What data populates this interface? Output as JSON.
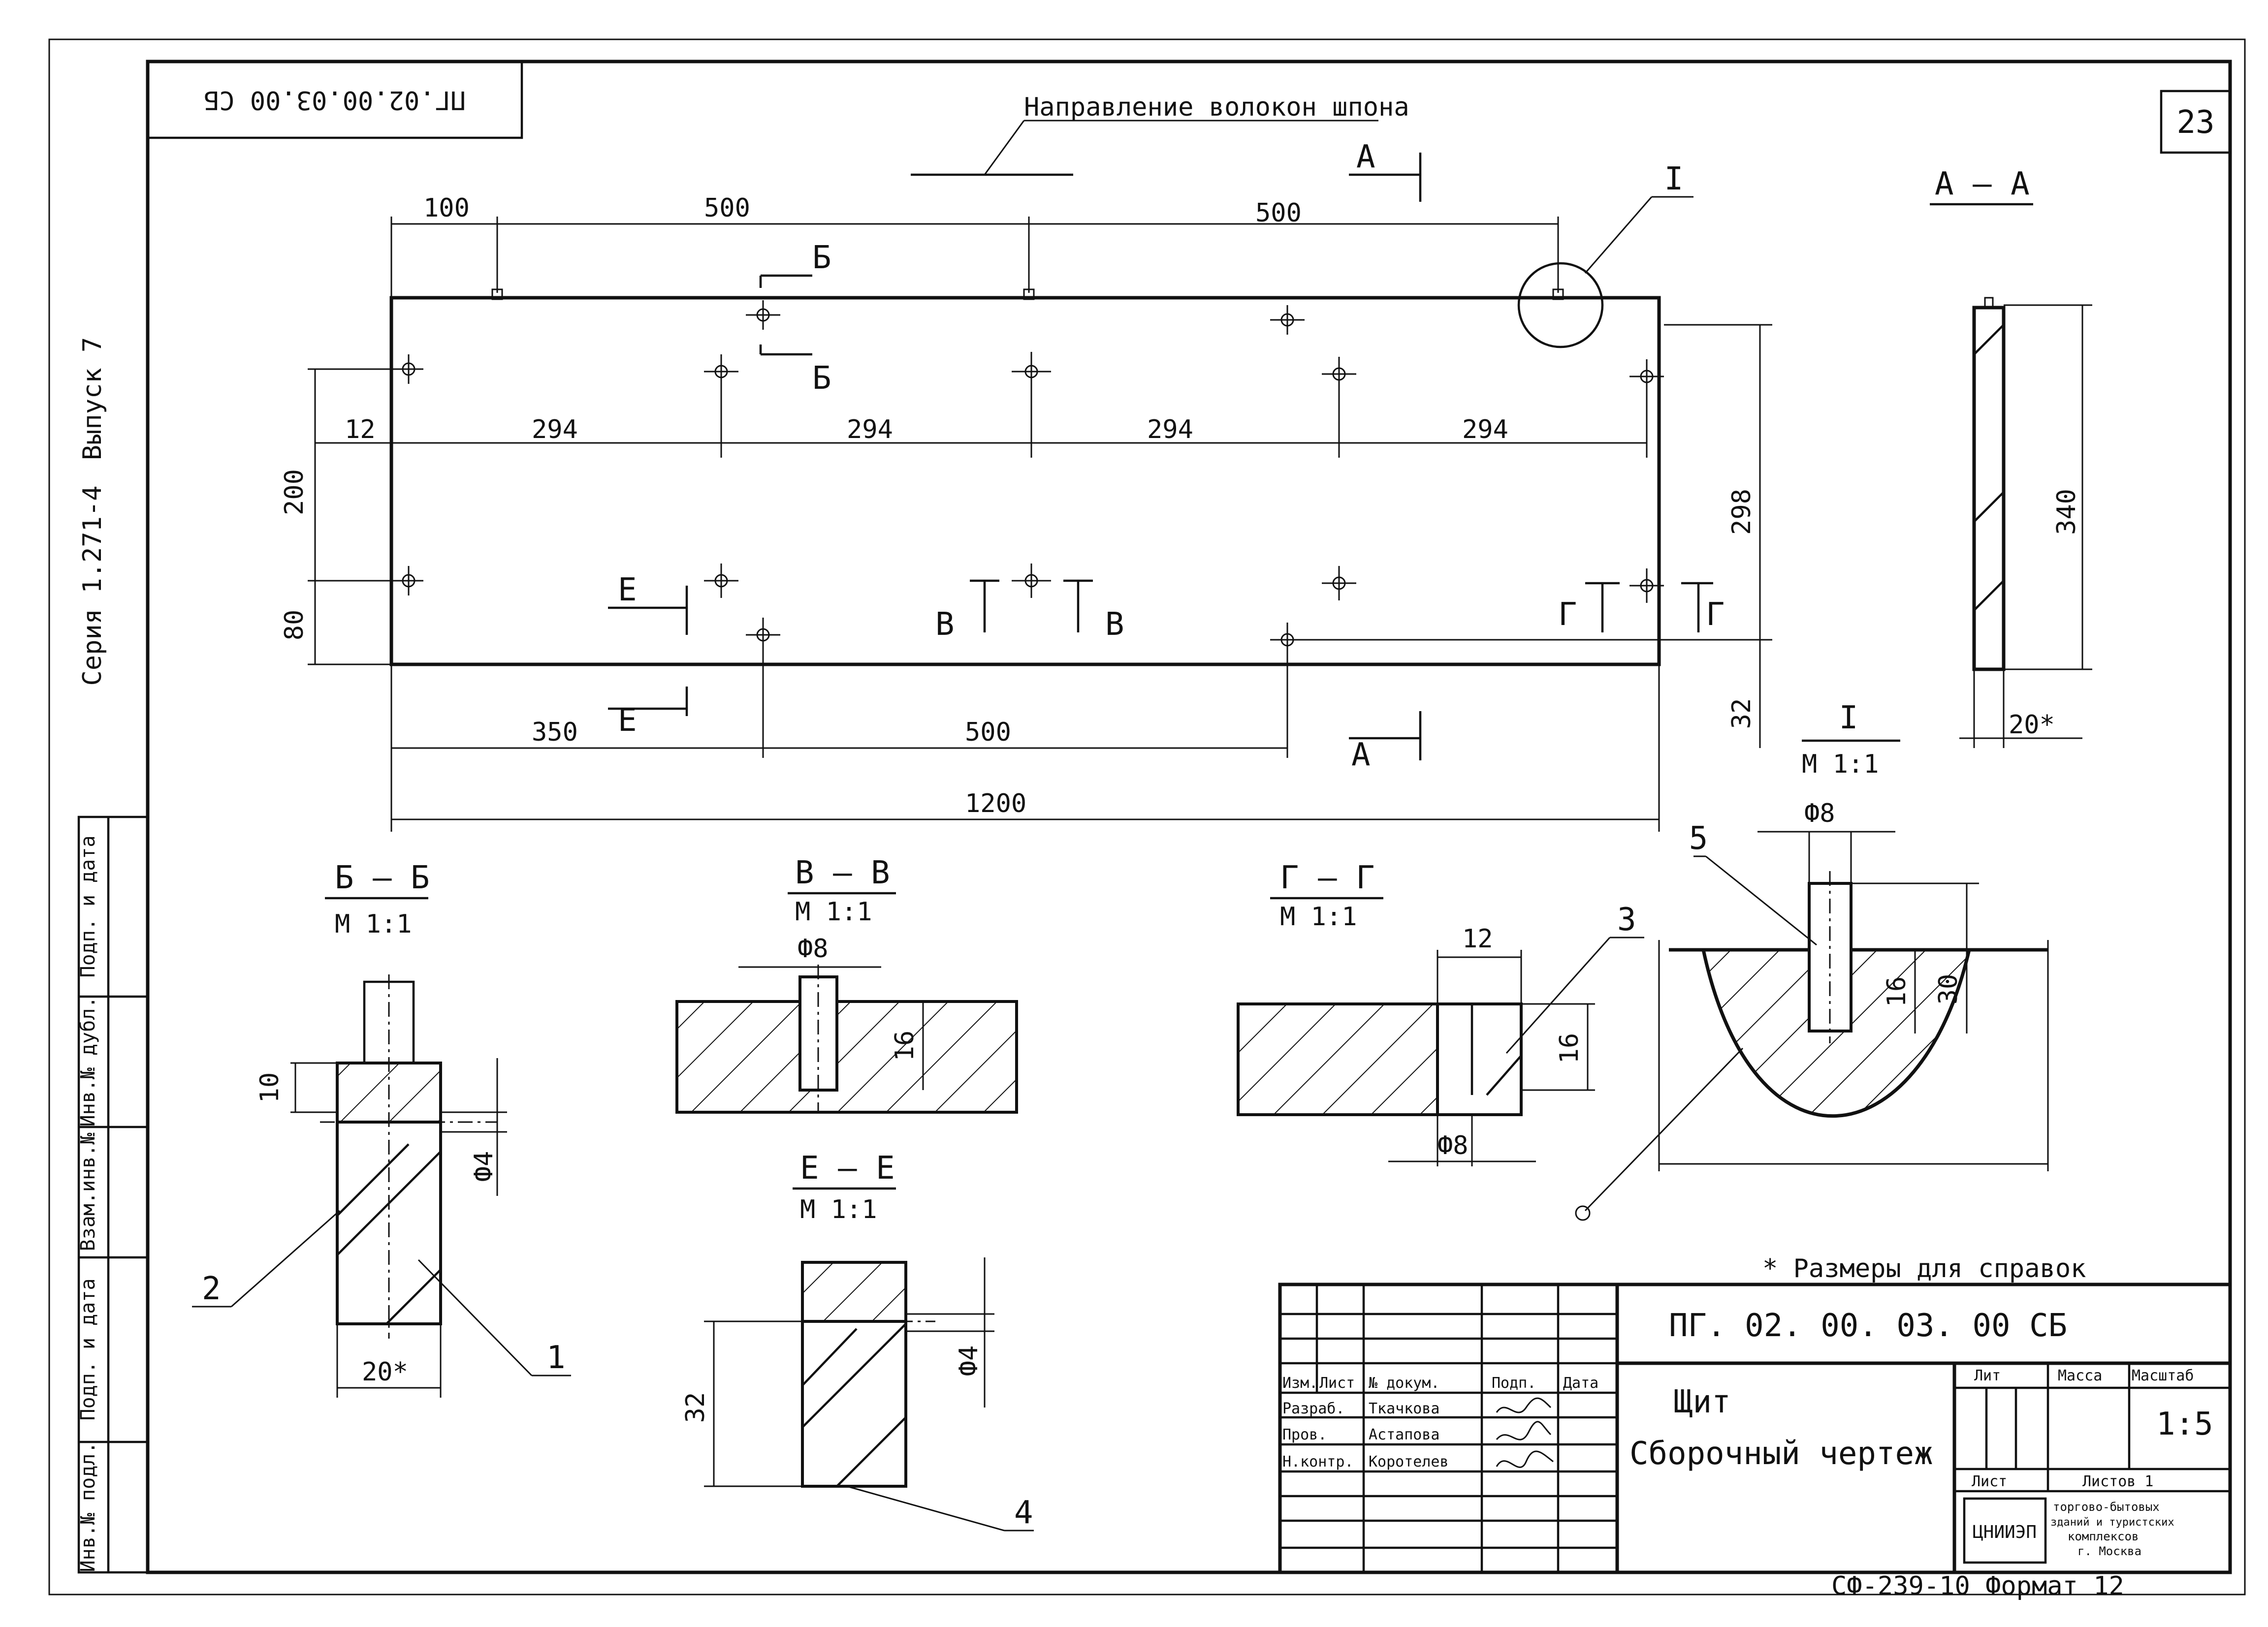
{
  "frame": {
    "sheet_number": "23",
    "rotated_stamp": "ПГ.02.00.03.00 СБ",
    "series": "Серия 1.271-4",
    "issue": "Выпуск 7",
    "left_strip": [
      "Инв.№ подл.",
      "Подп. и дата",
      "Взам.инв.№",
      "Инв.№ дубл.",
      "Подп. и дата"
    ]
  },
  "main_view": {
    "veneer_note": "Направление волокон шпона",
    "dims_top": [
      "100",
      "500",
      "500"
    ],
    "dims_row": [
      "12",
      "294",
      "294",
      "294",
      "294"
    ],
    "dims_left": [
      "200",
      "80"
    ],
    "dims_right": [
      "298",
      "32"
    ],
    "dims_bottom": [
      "350",
      "500"
    ],
    "overall_length": "1200",
    "detail_mark": "I",
    "section_marks": {
      "a": "А",
      "b": "Б",
      "v": "В",
      "g": "Г",
      "e": "Е"
    }
  },
  "sections": {
    "aa": {
      "title": "А – А",
      "dim_height": "340",
      "dim_width": "20*"
    },
    "detail": {
      "title": "I",
      "scale": "М 1:1",
      "dim_dia": "Ф8",
      "dim_depth": "30",
      "dim_16": "16",
      "callout": "5"
    },
    "bb": {
      "title": "Б – Б",
      "scale": "М 1:1",
      "dim_10": "10",
      "dim_dia": "Ф4",
      "dim_width": "20*",
      "callout_2": "2",
      "callout_1": "1"
    },
    "vv": {
      "title": "В – В",
      "scale": "М 1:1",
      "dim_dia": "Ф8",
      "dim_16": "16"
    },
    "gg": {
      "title": "Г – Г",
      "scale": "М 1:1",
      "dim_12": "12",
      "dim_16": "16",
      "dim_dia": "Ф8",
      "callout": "3"
    },
    "ee": {
      "title": "Е – Е",
      "scale": "М 1:1",
      "dim_32": "32",
      "dim_dia": "Ф4",
      "callout": "4"
    }
  },
  "notes": {
    "ref_dims": "* Размеры для справок"
  },
  "title_block": {
    "code": "ПГ. 02. 00. 03. 00 СБ",
    "name": "Щит",
    "doc_type": "Сборочный чертеж",
    "headers": [
      "Изм.",
      "Лист",
      "№ докум.",
      "Подп.",
      "Дата"
    ],
    "roles": [
      {
        "role": "Разраб.",
        "name": "Ткачкова"
      },
      {
        "role": "Пров.",
        "name": "Астапова"
      },
      {
        "role": "Н.контр.",
        "name": "Коротелев"
      }
    ],
    "lit_label": "Лит",
    "mass_label": "Масса",
    "scale_label": "Масштаб",
    "scale_value": "1:5",
    "sheet_label": "Лист",
    "sheets_label": "Листов 1",
    "org_logo": "ЦНИИЭП",
    "org_text": [
      "торгово-бытовых",
      "зданий и туристских",
      "комплексов",
      "г. Москва"
    ],
    "footer": "СФ-239-10 Формат 12"
  }
}
